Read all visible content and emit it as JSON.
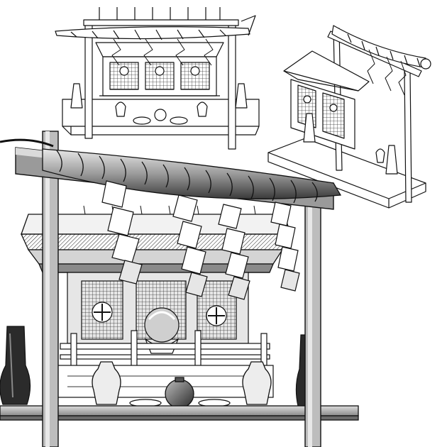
{
  "scene": {
    "subject": "kamidana-shrine-illustrations",
    "views": [
      {
        "name": "front-view-line-art",
        "style": "line"
      },
      {
        "name": "three-quarter-view-line-art",
        "style": "line"
      },
      {
        "name": "shaded-close-up-view",
        "style": "screentone"
      }
    ]
  },
  "palette": {
    "ink": "#111111",
    "paper": "#ffffff",
    "light_gray": "#d9d9d9",
    "mid_gray": "#9a9a9a",
    "dark_gray": "#4a4a4a"
  }
}
